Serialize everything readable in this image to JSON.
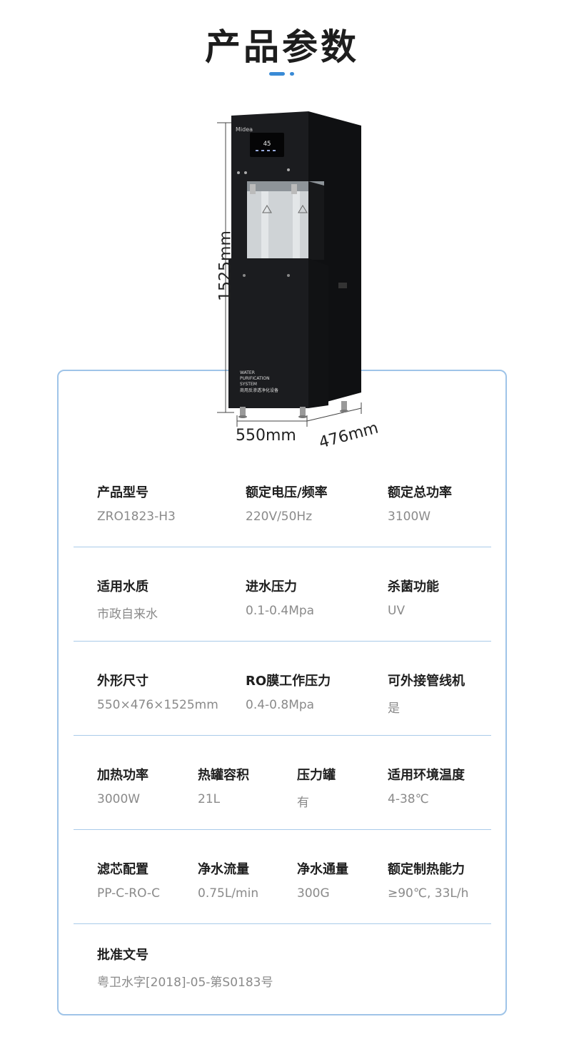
{
  "page": {
    "title": "产品参数"
  },
  "product": {
    "brand": "Midea",
    "display_temp": "45",
    "panel_text": [
      "WATER",
      "PURIFICATION",
      "SYSTEM",
      "商用反渗透净化设备"
    ],
    "dimensions": {
      "height": "1525mm",
      "width": "550mm",
      "depth": "476mm"
    }
  },
  "specs": {
    "rows": [
      [
        {
          "label": "产品型号",
          "value": "ZRO1823-H3"
        },
        {
          "label": "额定电压/频率",
          "value": "220V/50Hz"
        },
        {
          "label": "额定总功率",
          "value": "3100W"
        }
      ],
      [
        {
          "label": "适用水质",
          "value": "市政自来水"
        },
        {
          "label": "进水压力",
          "value": "0.1-0.4Mpa"
        },
        {
          "label": "杀菌功能",
          "value": "UV"
        }
      ],
      [
        {
          "label": "外形尺寸",
          "value": "550×476×1525mm"
        },
        {
          "label": "RO膜工作压力",
          "value": "0.4-0.8Mpa"
        },
        {
          "label": "可外接管线机",
          "value": "是"
        }
      ],
      [
        {
          "label": "加热功率",
          "value": "3000W"
        },
        {
          "label": "热罐容积",
          "value": "21L"
        },
        {
          "label": "压力罐",
          "value": "有"
        },
        {
          "label": "适用环境温度",
          "value": "4-38℃"
        }
      ],
      [
        {
          "label": "滤芯配置",
          "value": "PP-C-RO-C"
        },
        {
          "label": "净水流量",
          "value": "0.75L/min"
        },
        {
          "label": "净水通量",
          "value": "300G"
        },
        {
          "label": "额定制热能力",
          "value": "≥90℃, 33L/h"
        }
      ],
      [
        {
          "label": "批准文号",
          "value": "粤卫水字[2018]-05-第S0183号"
        }
      ]
    ]
  },
  "colors": {
    "accent": "#3a8bd6",
    "card_border": "#9fc4e8",
    "divider": "#a9cbe9",
    "machine_body": "#1b1c1f"
  }
}
